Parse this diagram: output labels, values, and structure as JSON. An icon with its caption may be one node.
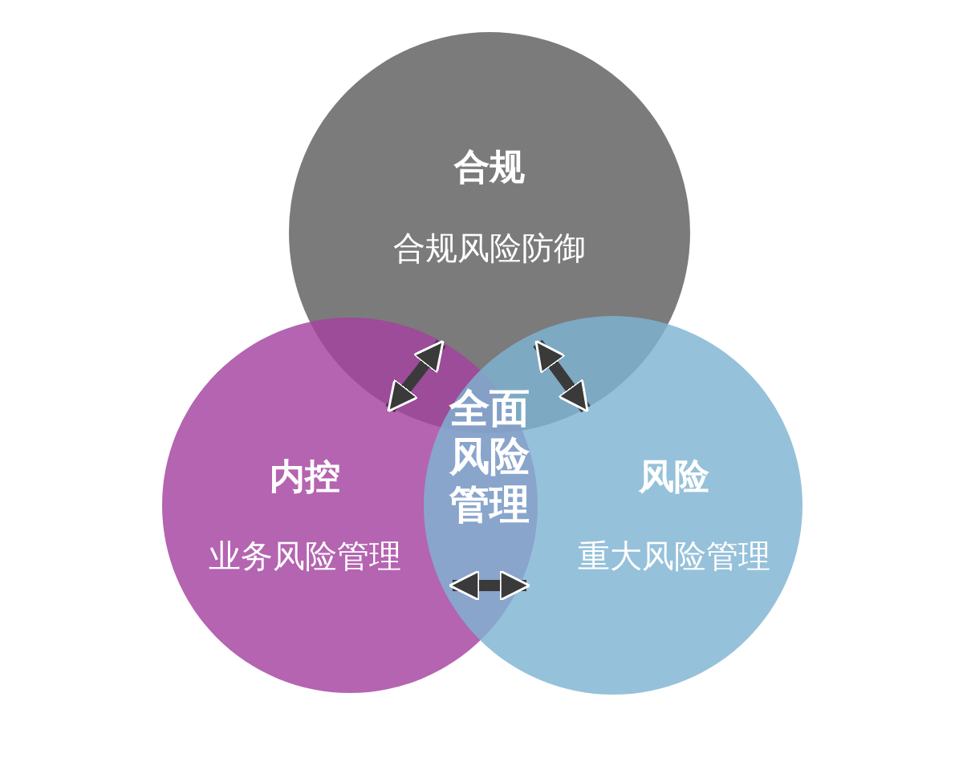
{
  "diagram": {
    "nodes": [
      {
        "text": [
          "合规",
          "合规风险防御"
        ]
      },
      {
        "text": [
          "内控",
          "业务风险管理"
        ]
      },
      {
        "text": [
          "风险",
          "重大风险管理"
        ]
      },
      {
        "text": [
          "全面风险管理"
        ]
      }
    ],
    "edges": [
      {
        "from": 1,
        "to": 0,
        "arrow": "both"
      },
      {
        "from": 2,
        "to": 0,
        "arrow": "both"
      },
      {
        "from": 2,
        "to": 1,
        "arrow": "both"
      }
    ]
  }
}
